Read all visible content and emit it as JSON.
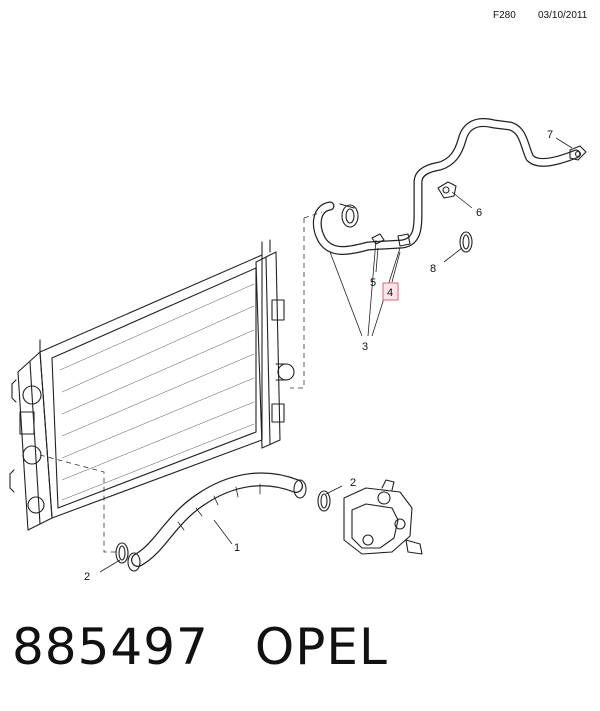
{
  "header": {
    "code": "F280",
    "date": "03/10/2011"
  },
  "callouts": [
    {
      "id": "c1",
      "label": "1"
    },
    {
      "id": "c2a",
      "label": "2"
    },
    {
      "id": "c2b",
      "label": "2"
    },
    {
      "id": "c3",
      "label": "3"
    },
    {
      "id": "c4",
      "label": "4"
    },
    {
      "id": "c5",
      "label": "5"
    },
    {
      "id": "c6",
      "label": "6"
    },
    {
      "id": "c7",
      "label": "7"
    },
    {
      "id": "c8",
      "label": "8"
    }
  ],
  "highlight_color": "#e0607a",
  "footer": {
    "part_number": "885497",
    "brand": "OPEL"
  }
}
